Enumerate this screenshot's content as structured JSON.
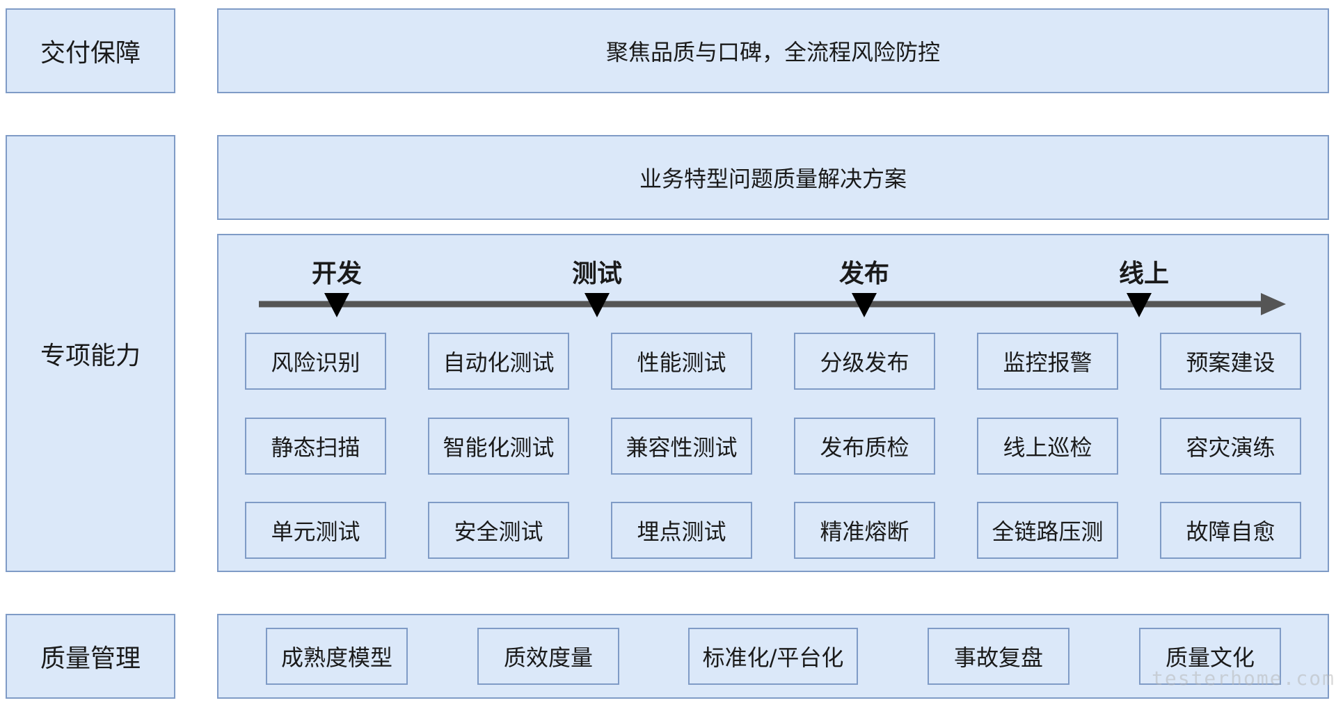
{
  "rows": {
    "delivery": {
      "label": "交付保障",
      "content": "聚焦品质与口碑，全流程风险防控"
    },
    "special": {
      "label": "专项能力",
      "solution": "业务特型问题质量解决方案",
      "stages": [
        "开发",
        "测试",
        "发布",
        "线上"
      ],
      "grid": [
        [
          "风险识别",
          "自动化测试",
          "性能测试",
          "分级发布",
          "监控报警",
          "预案建设"
        ],
        [
          "静态扫描",
          "智能化测试",
          "兼容性测试",
          "发布质检",
          "线上巡检",
          "容灾演练"
        ],
        [
          "单元测试",
          "安全测试",
          "埋点测试",
          "精准熔断",
          "全链路压测",
          "故障自愈"
        ]
      ]
    },
    "quality": {
      "label": "质量管理",
      "items": [
        "成熟度模型",
        "质效度量",
        "标准化/平台化",
        "事故复盘",
        "质量文化"
      ]
    }
  },
  "colors": {
    "box_fill": "#dbe8f9",
    "box_border": "#7f9bc6",
    "arrow": "#555555",
    "marker": "#000000"
  },
  "watermark": "testerhome.com"
}
